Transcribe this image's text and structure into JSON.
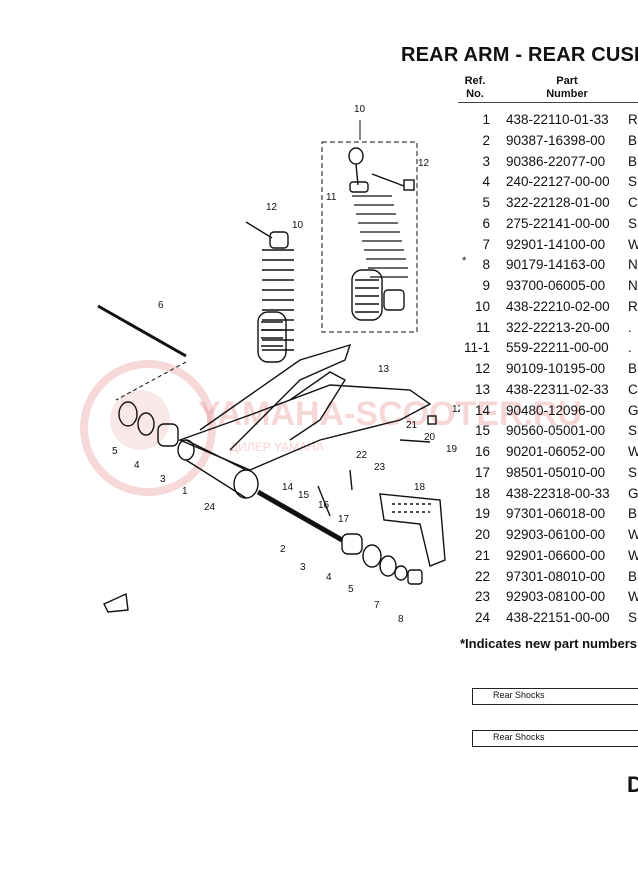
{
  "page": {
    "title": "REAR ARM - REAR CUSH",
    "header_ref": "Ref.\nNo.",
    "header_part": "Part\nNumber",
    "footnote": "*Indicates new part numbers",
    "box1": "Rear Shocks",
    "box2": "Rear Shocks",
    "corner_letter": "D"
  },
  "watermark": {
    "text": "YAMAHA-SCOOTER.RU",
    "sub": "ДИЛЕР YAMAHA"
  },
  "parts": [
    {
      "ref": "1",
      "part": "438-22110-01-33",
      "desc": "R",
      "star": ""
    },
    {
      "ref": "2",
      "part": "90387-16398-00",
      "desc": "B",
      "star": ""
    },
    {
      "ref": "3",
      "part": "90386-22077-00",
      "desc": "B",
      "star": ""
    },
    {
      "ref": "4",
      "part": "240-22127-00-00",
      "desc": "S",
      "star": ""
    },
    {
      "ref": "5",
      "part": "322-22128-01-00",
      "desc": "C",
      "star": ""
    },
    {
      "ref": "6",
      "part": "275-22141-00-00",
      "desc": "S",
      "star": ""
    },
    {
      "ref": "7",
      "part": "92901-14100-00",
      "desc": "W",
      "star": ""
    },
    {
      "ref": "8",
      "part": "90179-14163-00",
      "desc": "N",
      "star": "*"
    },
    {
      "ref": "9",
      "part": "93700-06005-00",
      "desc": "N",
      "star": ""
    },
    {
      "ref": "10",
      "part": "438-22210-02-00",
      "desc": "R",
      "star": ""
    },
    {
      "ref": "11",
      "part": "322-22213-20-00",
      "desc": ".",
      "star": ""
    },
    {
      "ref": "11-1",
      "part": "559-22211-00-00",
      "desc": ".",
      "star": ""
    },
    {
      "ref": "12",
      "part": "90109-10195-00",
      "desc": "B",
      "star": ""
    },
    {
      "ref": "13",
      "part": "438-22311-02-33",
      "desc": "C",
      "star": ""
    },
    {
      "ref": "14",
      "part": "90480-12096-00",
      "desc": "G",
      "star": ""
    },
    {
      "ref": "15",
      "part": "90560-05001-00",
      "desc": "S",
      "star": ""
    },
    {
      "ref": "16",
      "part": "90201-06052-00",
      "desc": "W",
      "star": ""
    },
    {
      "ref": "17",
      "part": "98501-05010-00",
      "desc": "S",
      "star": ""
    },
    {
      "ref": "18",
      "part": "438-22318-00-33",
      "desc": "G",
      "star": ""
    },
    {
      "ref": "19",
      "part": "97301-06018-00",
      "desc": "B",
      "star": ""
    },
    {
      "ref": "20",
      "part": "92903-06100-00",
      "desc": "W",
      "star": ""
    },
    {
      "ref": "21",
      "part": "92901-06600-00",
      "desc": "W",
      "star": ""
    },
    {
      "ref": "22",
      "part": "97301-08010-00",
      "desc": "B",
      "star": ""
    },
    {
      "ref": "23",
      "part": "92903-08100-00",
      "desc": "W",
      "star": ""
    },
    {
      "ref": "24",
      "part": "438-22151-00-00",
      "desc": "S",
      "star": ""
    }
  ],
  "callouts": [
    "10",
    "12",
    "11",
    "12",
    "10",
    "6",
    "13",
    "12",
    "21",
    "20",
    "19",
    "5",
    "4",
    "3",
    "1",
    "24",
    "14",
    "15",
    "16",
    "17",
    "22",
    "23",
    "18",
    "2",
    "3",
    "4",
    "5",
    "7",
    "8"
  ]
}
